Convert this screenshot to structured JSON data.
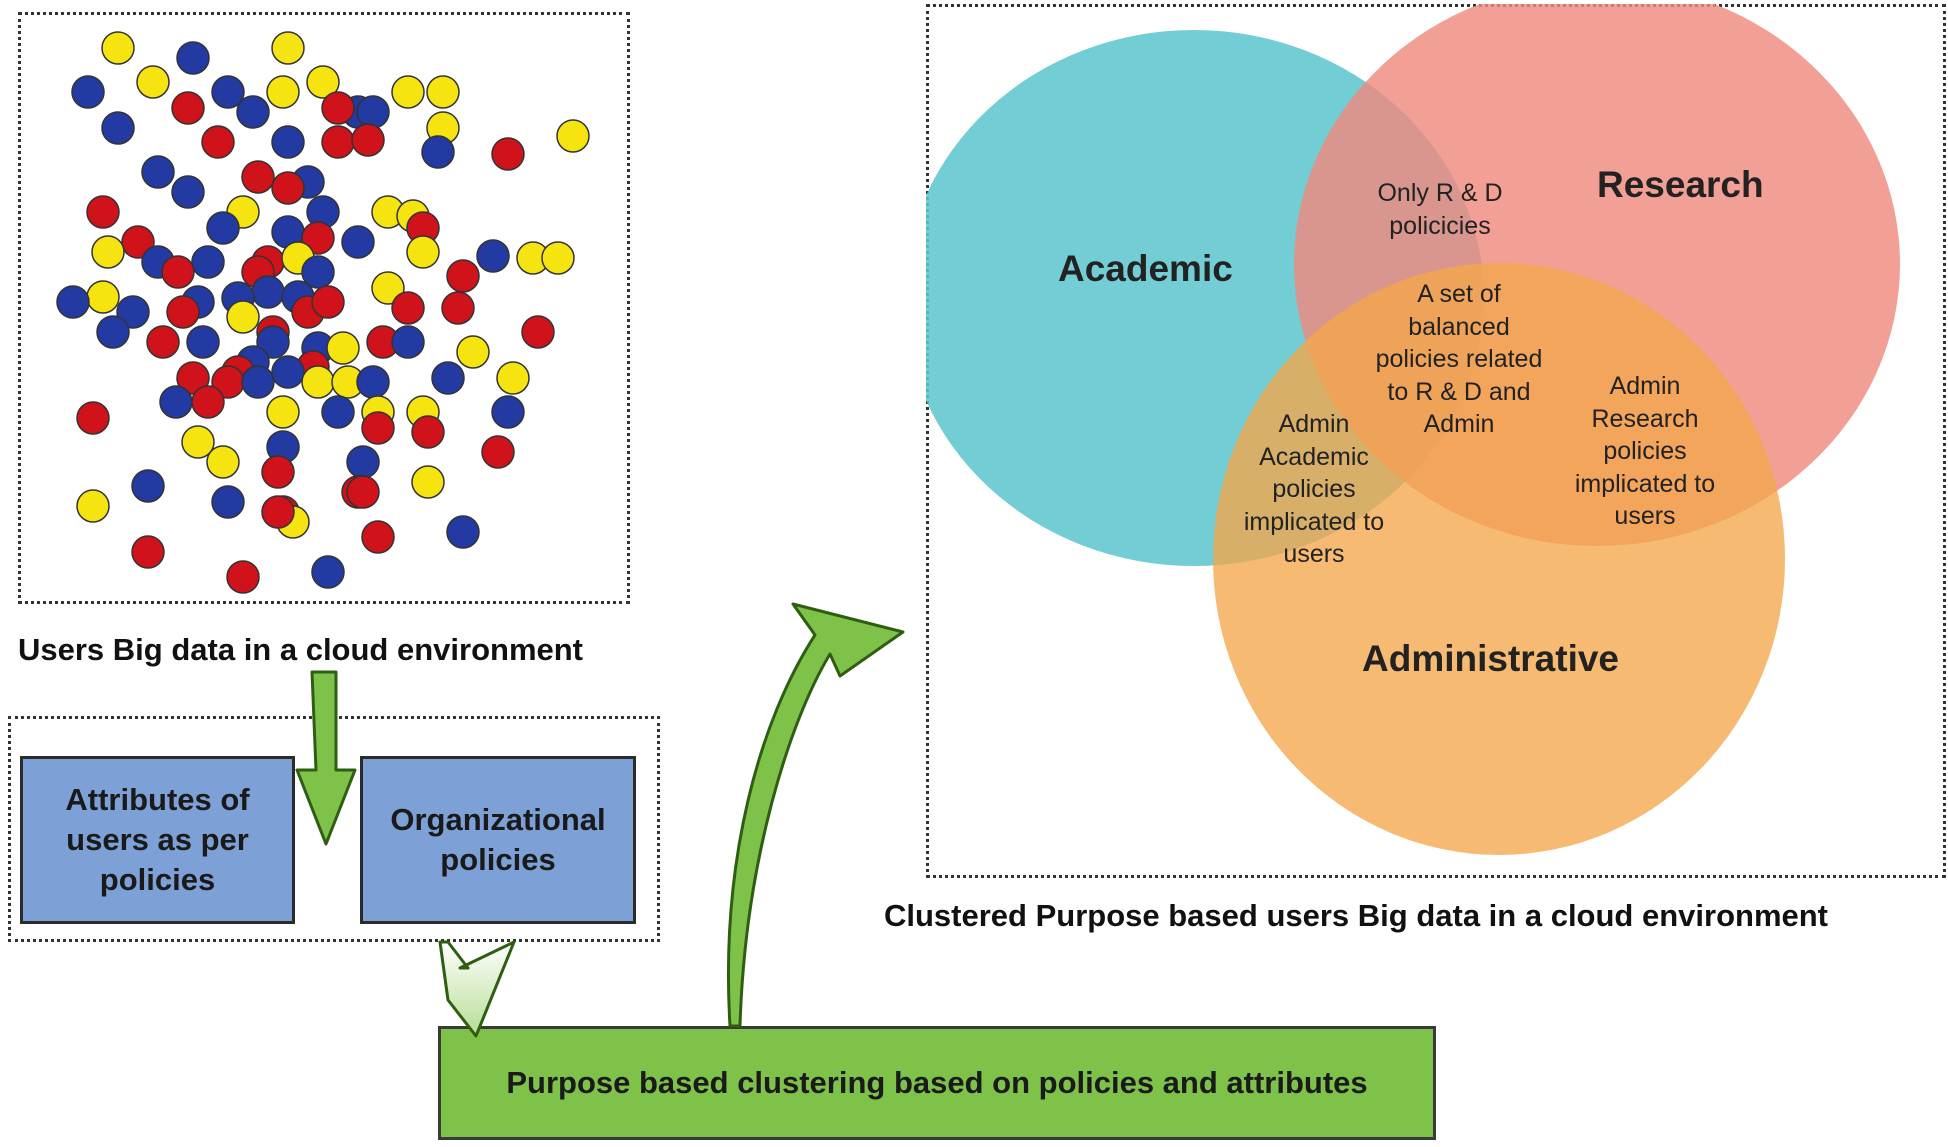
{
  "scatter": {
    "caption": "Users Big data in a cloud environment",
    "colors": {
      "yellow": "#f5e40f",
      "blue": "#233aa3",
      "red": "#d0121a"
    }
  },
  "attributes": {
    "attributes_label": "Attributes of users as per policies",
    "org_label": "Organizational policies"
  },
  "clustering": {
    "label": "Purpose based clustering based on policies and attributes"
  },
  "venn": {
    "caption": "Clustered Purpose based users Big data in a cloud environment",
    "sets": {
      "academic": {
        "label": "Academic",
        "color": "#5fc6cf"
      },
      "research": {
        "label": "Research",
        "color": "#ef8a7f"
      },
      "administrative": {
        "label": "Administrative",
        "color": "#f3a64a"
      }
    },
    "intersections": {
      "research_academic": "Only R & D policicies",
      "all": "A set of balanced policies related to R & D and Admin",
      "academic_admin": "Admin Academic policies implicated to users",
      "research_admin": "Admin Research policies implicated to users"
    }
  },
  "colors": {
    "box_blue": "#7da1d6",
    "box_green": "#7ec24a",
    "arrow_green": "#7ec24a"
  }
}
